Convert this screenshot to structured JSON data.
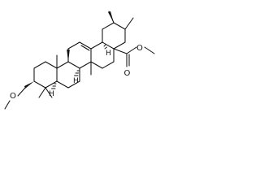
{
  "molecule": {
    "atom_labels": {
      "ester_carbonyl_oxygen": "O",
      "ester_ether_oxygen": "O",
      "methoxy_oxygen": "O",
      "stereo_h_c9": "H",
      "stereo_h_c18": "H",
      "stereo_h_c5": "H"
    }
  }
}
